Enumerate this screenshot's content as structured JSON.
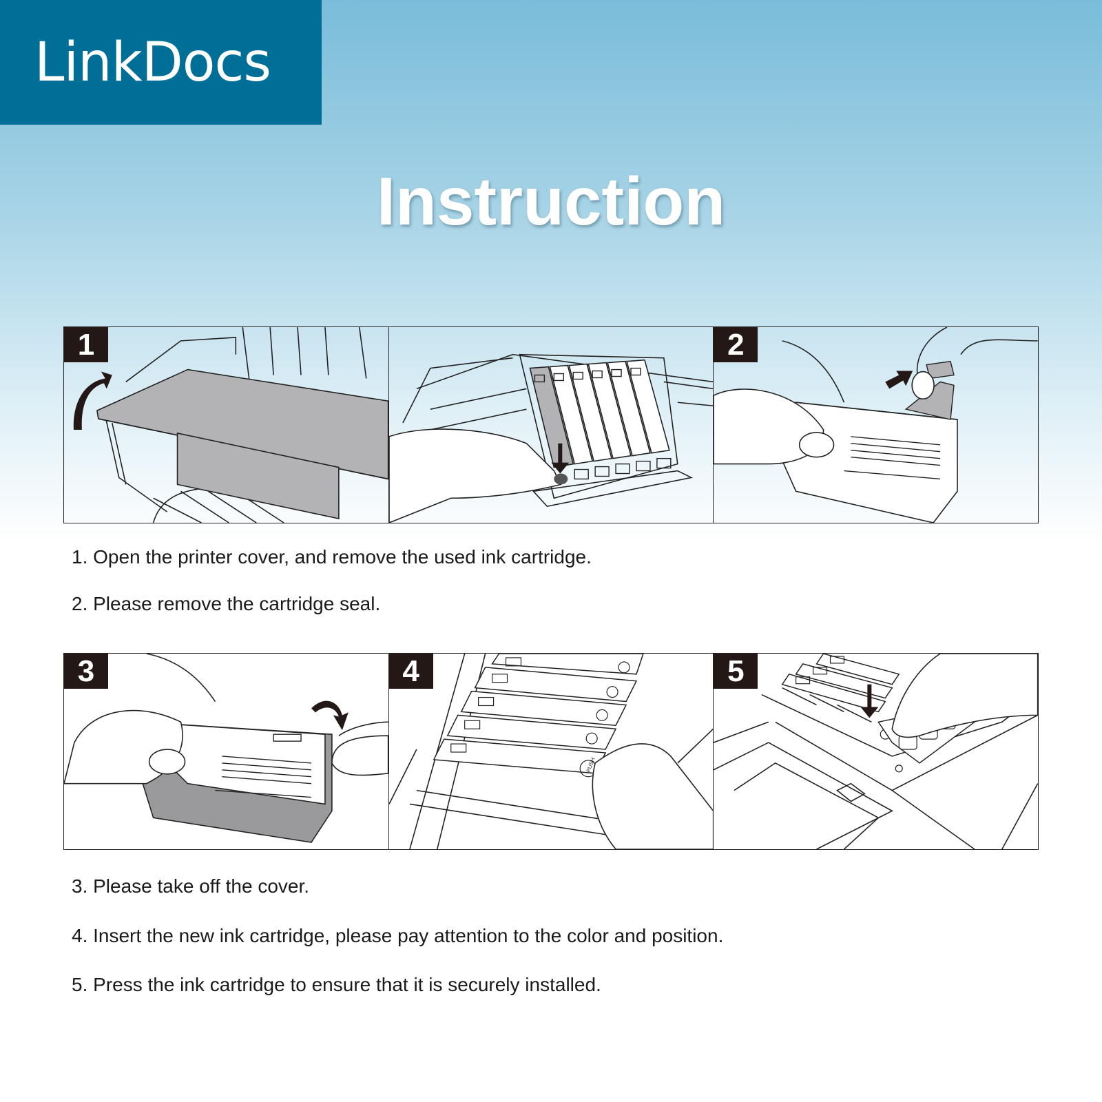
{
  "brand": {
    "logo": "LinkDocs",
    "bg_color": "#006f98"
  },
  "heading": "Instruction",
  "panels": [
    {
      "badge": "1"
    },
    {
      "badge": ""
    },
    {
      "badge": "2"
    },
    {
      "badge": "3"
    },
    {
      "badge": "4"
    },
    {
      "badge": "5"
    }
  ],
  "steps": [
    "1. Open the printer cover, and remove the used ink cartridge.",
    "2. Please remove the cartridge seal.",
    "3. Please take off the cover.",
    "4. Insert the new ink cartridge, please pay attention to the color and position.",
    "5. Press the ink cartridge to ensure that it is securely installed."
  ],
  "labels": {
    "push": "PUSH"
  },
  "colors": {
    "badge": "#231815",
    "gray_part": "#b3b2b4"
  }
}
